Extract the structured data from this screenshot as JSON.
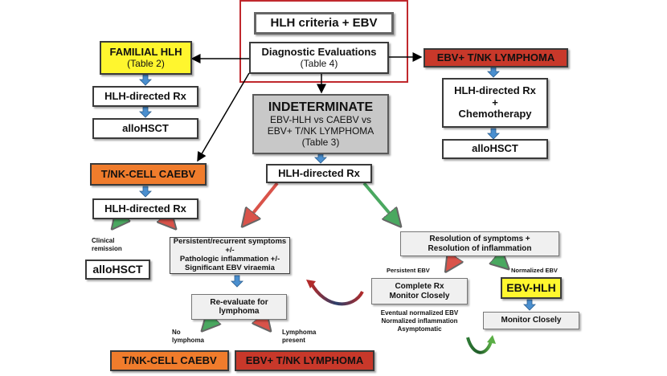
{
  "top": {
    "criteria": "HLH criteria + EBV",
    "diag_title": "Diagnostic Evaluations",
    "diag_sub": "(Table 4)"
  },
  "familial": {
    "title": "FAMILIAL HLH",
    "sub": "(Table 2)",
    "rx": "HLH-directed Rx",
    "transplant": "alloHSCT"
  },
  "lymphoma_branch": {
    "title": "EBV+ T/NK LYMPHOMA",
    "rx_line1": "HLH-directed Rx",
    "rx_line2": "+",
    "rx_line3": "Chemotherapy",
    "transplant": "alloHSCT"
  },
  "indeterminate": {
    "title": "INDETERMINATE",
    "line1": "EBV-HLH vs CAEBV vs",
    "line2": "EBV+ T/NK LYMPHOMA",
    "line3": "(Table 3)",
    "rx": "HLH-directed Rx"
  },
  "caebv_branch": {
    "title": "T/NK-CELL CAEBV",
    "rx": "HLH-directed Rx",
    "remission_label_1": "Clinical",
    "remission_label_2": "remission",
    "transplant": "alloHSCT"
  },
  "persistent": {
    "line1": "Persistent/recurrent symptoms +/-",
    "line2": "Pathologic inflammation +/-",
    "line3": "Significant EBV viraemia",
    "reevaluate_1": "Re-evaluate for",
    "reevaluate_2": "lymphoma",
    "no_lymphoma_1": "No",
    "no_lymphoma_2": "lymphoma",
    "lymphoma_present_1": "Lymphoma",
    "lymphoma_present_2": "present",
    "outcome_caebv": "T/NK-CELL CAEBV",
    "outcome_lymphoma": "EBV+ T/NK LYMPHOMA"
  },
  "resolution": {
    "line1": "Resolution of symptoms +",
    "line2": "Resolution of inflammation",
    "persistent_ebv": "Persistent EBV",
    "normalized_ebv": "Normalized EBV",
    "complete_rx_1": "Complete Rx",
    "complete_rx_2": "Monitor Closely",
    "eventual_1": "Eventual normalized EBV",
    "eventual_2": "Normalized inflammation",
    "eventual_3": "Asymptomatic",
    "ebv_hlh": "EBV-HLH",
    "monitor": "Monitor Closely"
  },
  "colors": {
    "highlight_frame": "#c0282d",
    "familial": "#fff62e",
    "caebv": "#f07c2c",
    "lymphoma": "#c8382a",
    "indeterminate": "#c8c8c8",
    "flow_blue": "#4a8fcf",
    "flow_red": "#d9534a",
    "flow_green": "#4aa860"
  }
}
